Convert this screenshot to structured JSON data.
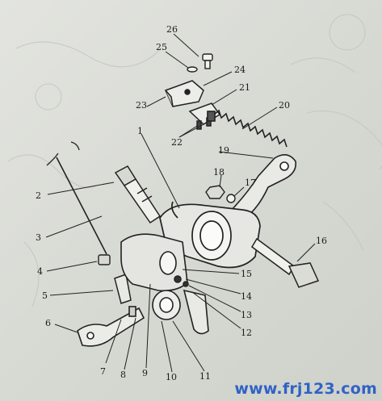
{
  "diagram": {
    "callouts": [
      "1",
      "2",
      "3",
      "4",
      "5",
      "6",
      "7",
      "8",
      "9",
      "10",
      "11",
      "12",
      "13",
      "14",
      "15",
      "16",
      "17",
      "18",
      "19",
      "20",
      "21",
      "22",
      "23",
      "24",
      "25",
      "26"
    ]
  },
  "watermark": "www.frj123.com"
}
